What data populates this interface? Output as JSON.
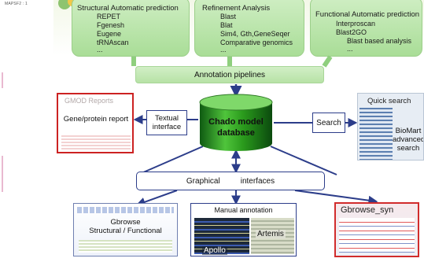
{
  "corner_id": "MAPSF2 : 1",
  "top_boxes": {
    "structural": {
      "title": "Structural Automatic prediction",
      "items": [
        "REPET",
        "Fgenesh",
        "Eugene",
        "tRNAscan",
        "..."
      ]
    },
    "refinement": {
      "title": "Refinement Analysis",
      "items": [
        "Blast",
        "Blat",
        "Sim4, Gth,GeneSeqer",
        "Comparative genomics",
        "..."
      ]
    },
    "functional": {
      "title": "Functional Automatic prediction",
      "items": [
        "Interproscan",
        "Blast2GO",
        "Blast based analysis",
        "..."
      ]
    }
  },
  "annotation_pipelines": "Annotation pipelines",
  "gmod_reports": {
    "title": "GMOD Reports",
    "text": "Gene/protein report"
  },
  "textual_interface": "Textual interface",
  "chado": {
    "line1": "Chado model",
    "line2": "database"
  },
  "search": "Search",
  "quick_search": {
    "title": "Quick search",
    "biomart": "BioMart advanced search"
  },
  "graphical": {
    "word1": "Graphical",
    "word2": "interfaces"
  },
  "gbrowse": {
    "title": "Gbrowse",
    "subtitle": "Structural / Functional"
  },
  "manual_annotation": {
    "title": "Manual annotation",
    "apollo": "Apollo",
    "artemis": "Artemis"
  },
  "gbrowse_syn": "Gbrowse_syn",
  "colors": {
    "green_box": "#b7e2a6",
    "arrow": "#2c3d8a",
    "report_border": "#cc2222",
    "cylinder": "#2a9a1c"
  }
}
